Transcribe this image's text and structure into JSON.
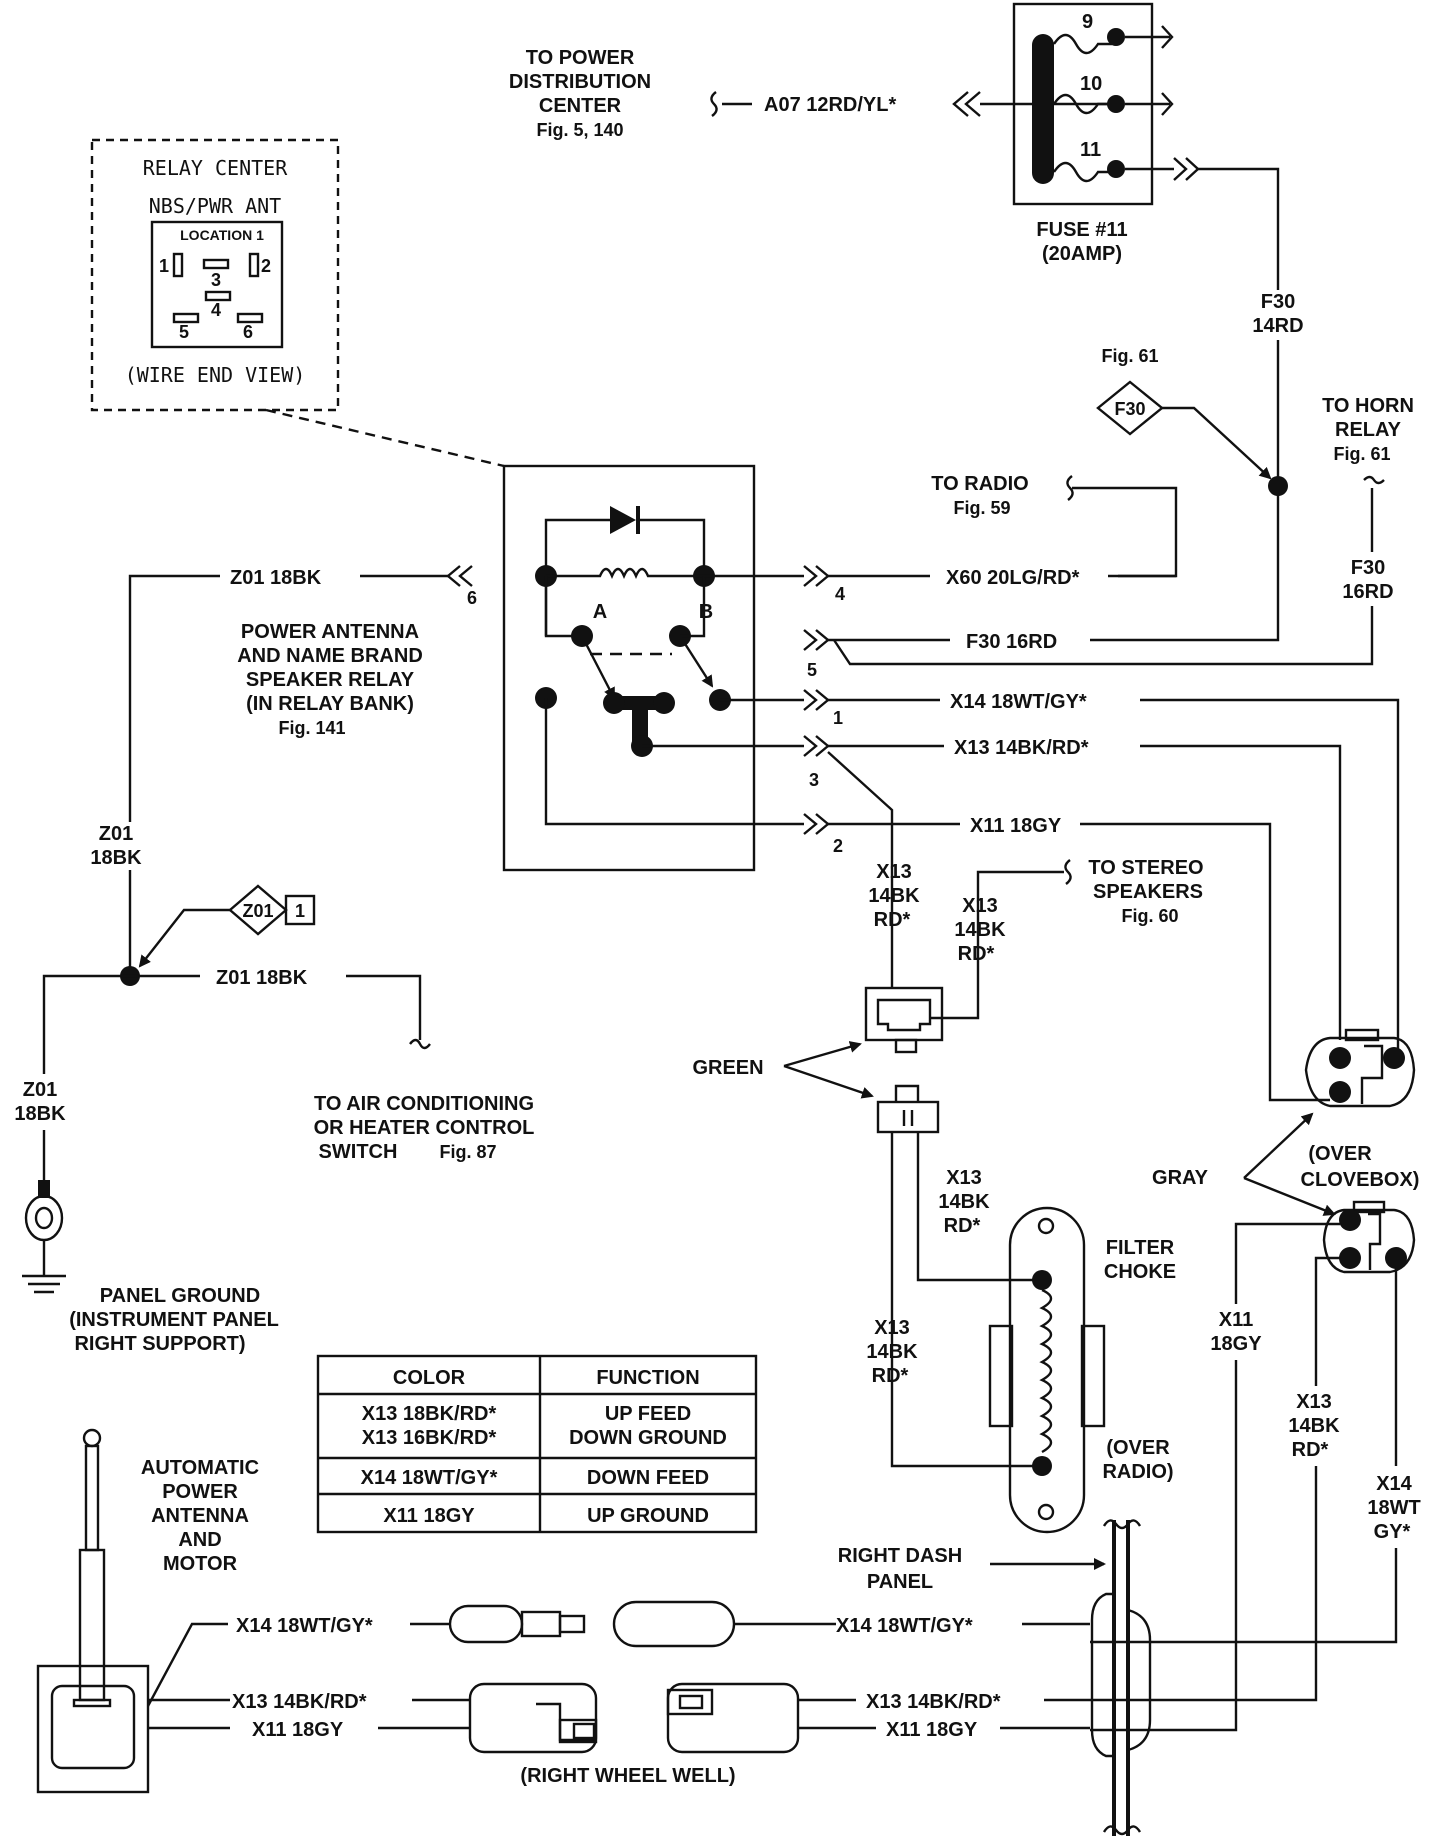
{
  "power_dist": {
    "l1": "TO POWER",
    "l2": "DISTRIBUTION",
    "l3": "CENTER",
    "l4": "Fig. 5, 140",
    "wire": "A07 12RD/YL*"
  },
  "fuse": {
    "pins": [
      "9",
      "10",
      "11"
    ],
    "name": "FUSE #11",
    "rating": "(20AMP)"
  },
  "relay_center": {
    "title": "RELAY CENTER",
    "sub": "NBS/PWR ANT",
    "loc": "LOCATION 1",
    "pins": [
      "1",
      "2",
      "3",
      "4",
      "5",
      "6"
    ],
    "view": "(WIRE END VIEW)"
  },
  "f30_top": {
    "l1": "F30",
    "l2": "14RD"
  },
  "fig61": {
    "label": "Fig. 61",
    "tag": "F30"
  },
  "horn": {
    "l1": "TO HORN",
    "l2": "RELAY",
    "l3": "Fig. 61",
    "w1": "F30",
    "w2": "16RD"
  },
  "radio": {
    "l1": "TO RADIO",
    "l2": "Fig. 59"
  },
  "relay": {
    "l1": "POWER ANTENNA",
    "l2": "AND NAME BRAND",
    "l3": "SPEAKER RELAY",
    "l4": "(IN RELAY BANK)",
    "l5": "Fig. 141",
    "a": "A",
    "b": "B",
    "pins": [
      "6",
      "4",
      "5",
      "1",
      "3",
      "2"
    ]
  },
  "wires": {
    "z01": "Z01 18BK",
    "x60": "X60 20LG/RD*",
    "f30": "F30 16RD",
    "x14": "X14 18WT/GY*",
    "x13": "X13 14BK/RD*",
    "x11": "X11 18GY"
  },
  "z01_vert": {
    "l1": "Z01",
    "l2": "18BK"
  },
  "z01_tag": {
    "tag": "Z01",
    "num": "1"
  },
  "ac": {
    "l1": "TO AIR CONDITIONING",
    "l2": "OR HEATER CONTROL",
    "l3": "SWITCH",
    "fig": "Fig. 87"
  },
  "ground": {
    "l1": "PANEL GROUND",
    "l2": "(INSTRUMENT PANEL",
    "l3": "RIGHT SUPPORT)"
  },
  "x13_vert": {
    "l1": "X13",
    "l2": "14BK",
    "l3": "RD*"
  },
  "stereo": {
    "l1": "TO STEREO",
    "l2": "SPEAKERS",
    "l3": "Fig. 60"
  },
  "green": "GREEN",
  "gray": "GRAY",
  "glovebox": {
    "l1": "(OVER",
    "l2": "CLOVEBOX)"
  },
  "choke": {
    "l1": "FILTER",
    "l2": "CHOKE",
    "o1": "(OVER",
    "o2": "RADIO)"
  },
  "x11_vert": {
    "l1": "X11",
    "l2": "18GY"
  },
  "x14_vert": {
    "l1": "X14",
    "l2": "18WT",
    "l3": "GY*"
  },
  "table": {
    "headers": [
      "COLOR",
      "FUNCTION"
    ],
    "rows": [
      {
        "c1": "X13 18BK/RD*",
        "c2": "X13 16BK/RD*",
        "f1": "UP FEED",
        "f2": "DOWN GROUND"
      },
      {
        "c1": "X14 18WT/GY*",
        "f1": "DOWN FEED"
      },
      {
        "c1": "X11 18GY",
        "f1": "UP GROUND"
      }
    ]
  },
  "antenna": {
    "l1": "AUTOMATIC",
    "l2": "POWER",
    "l3": "ANTENNA",
    "l4": "AND",
    "l5": "MOTOR"
  },
  "dash": {
    "l1": "RIGHT DASH",
    "l2": "PANEL"
  },
  "bottom": {
    "x14": "X14 18WT/GY*",
    "x13": "X13 14BK/RD*",
    "x11": "X11 18GY",
    "well": "(RIGHT WHEEL WELL)"
  }
}
